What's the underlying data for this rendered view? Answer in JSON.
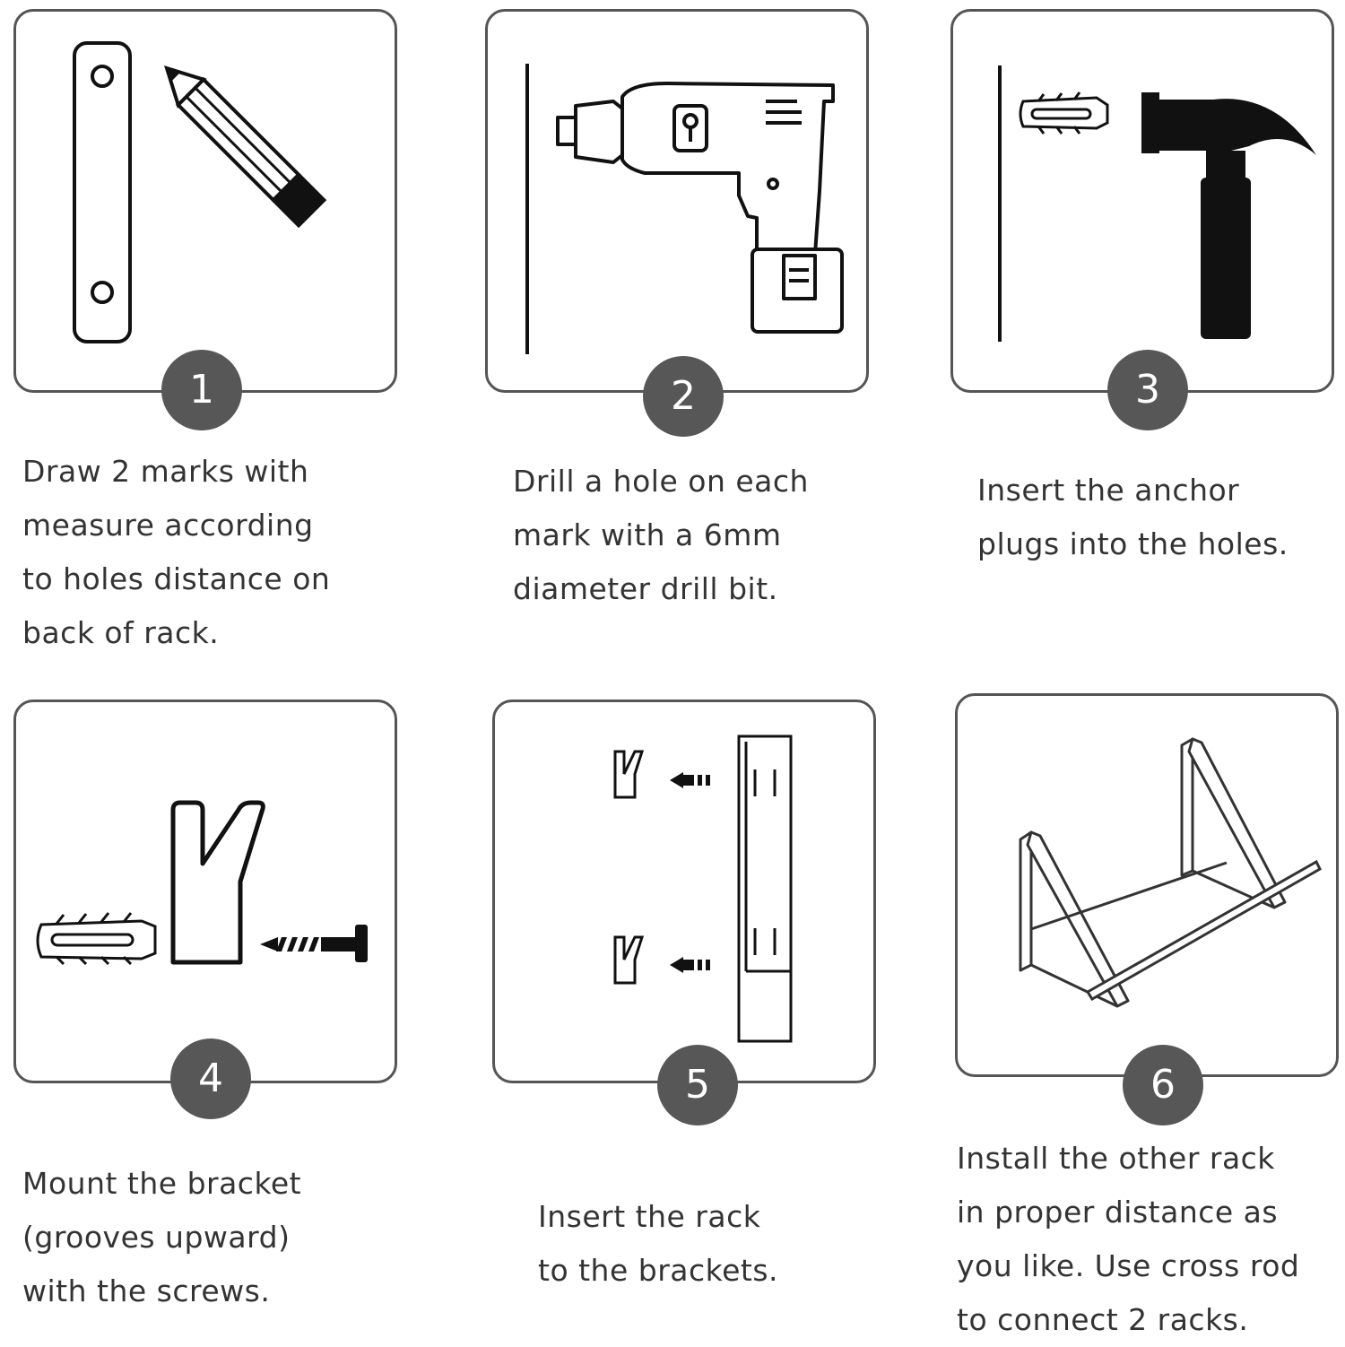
{
  "steps": [
    {
      "number": "1",
      "lines": [
        "Draw 2 marks with",
        "measure according",
        "to holes distance on",
        "back of rack."
      ],
      "icons": [
        "bracket-icon",
        "pencil-icon"
      ]
    },
    {
      "number": "2",
      "lines": [
        "Drill a hole on each",
        "mark with a 6mm",
        "diameter drill bit."
      ],
      "icons": [
        "wall-line-icon",
        "drill-icon"
      ]
    },
    {
      "number": "3",
      "lines": [
        "Insert the anchor",
        "plugs into the holes."
      ],
      "icons": [
        "wall-line-icon",
        "anchor-plug-icon",
        "hammer-icon"
      ]
    },
    {
      "number": "4",
      "lines": [
        "Mount the bracket",
        "(grooves upward)",
        "with the screws."
      ],
      "icons": [
        "anchor-plug-icon",
        "bracket-icon",
        "screw-icon"
      ]
    },
    {
      "number": "5",
      "lines": [
        "Insert the rack",
        "to the brackets."
      ],
      "icons": [
        "bracket-icon",
        "arrow-left-icon",
        "rack-icon"
      ]
    },
    {
      "number": "6",
      "lines": [
        "Install the other rack",
        "in proper distance as",
        "you like. Use cross rod",
        "to connect 2 racks."
      ],
      "icons": [
        "shelf-brackets-icon",
        "cross-rod-icon"
      ]
    }
  ],
  "colors": {
    "border": "#555555",
    "badge": "#575757",
    "text": "#333333",
    "icon": "#111111"
  }
}
